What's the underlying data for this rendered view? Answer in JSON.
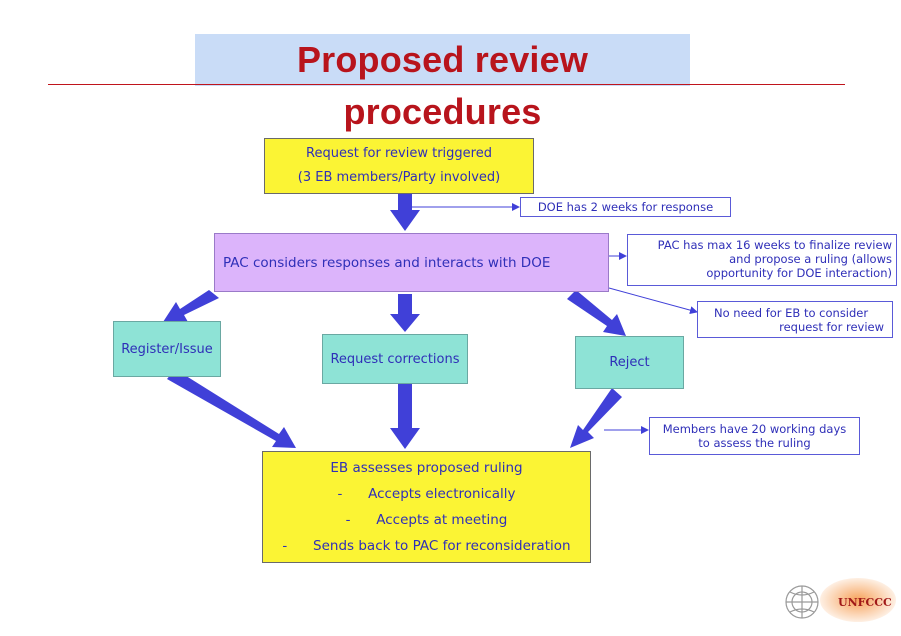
{
  "title": "Proposed review procedures",
  "boxes": {
    "request": [
      "Request for review triggered",
      "(3 EB members/Party involved)"
    ],
    "pac": "PAC considers responses and interacts with DOE",
    "register": "Register/Issue",
    "corrections": "Request corrections",
    "reject": "Reject",
    "eb": [
      "EB assesses proposed ruling",
      "-      Accepts electronically",
      "-      Accepts at meeting",
      "-      Sends back to PAC for reconsideration"
    ]
  },
  "notes": {
    "doe": "DOE has 2 weeks for response",
    "pac_time": [
      "PAC has max 16 weeks to finalize review",
      "and propose a ruling (allows",
      "opportunity for DOE interaction)"
    ],
    "no_need": [
      "No need for EB to consider",
      "request for review"
    ],
    "members": [
      "Members have 20 working days",
      "to assess the ruling"
    ]
  },
  "logo": {
    "text": "UNFCCC",
    "icon": "un-emblem-icon"
  },
  "colors": {
    "arrow": "#4040d8",
    "title": "#b8141c",
    "title_bg": "#c9dcf7",
    "yellow": "#fbf434",
    "purple": "#dcb4fb",
    "teal": "#8ee3d6"
  }
}
